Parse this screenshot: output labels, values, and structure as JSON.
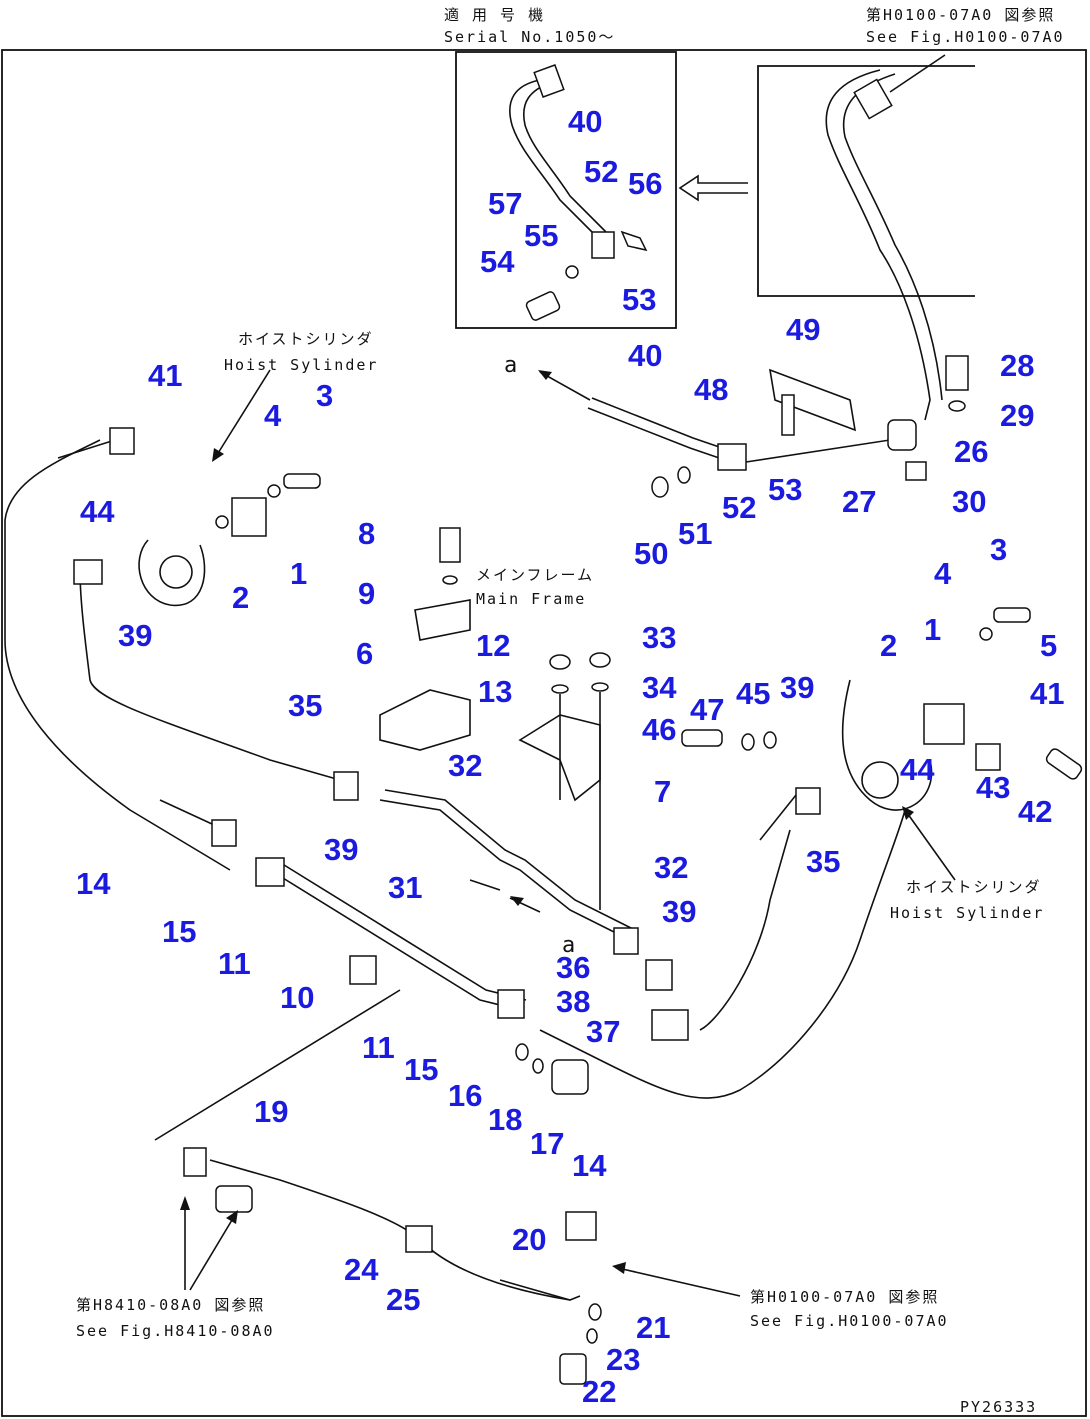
{
  "drawing": {
    "notes": {
      "serial_jp": "適 用 号 機",
      "serial_en": "Serial No.1050～",
      "see_fig_top_jp": "第H0100-07A0 図参照",
      "see_fig_top_en": "See Fig.H0100-07A0",
      "hoist_left_jp": "ホイストシリンダ",
      "hoist_left_en": "Hoist Sylinder",
      "main_frame_jp": "メインフレーム",
      "main_frame_en": "Main Frame",
      "hoist_right_jp": "ホイストシリンダ",
      "hoist_right_en": "Hoist Sylinder",
      "see_fig_h8410_jp": "第H8410-08A0 図参照",
      "see_fig_h8410_en": "See Fig.H8410-08A0",
      "see_fig_bottom_jp": "第H0100-07A0 図参照",
      "see_fig_bottom_en": "See Fig.H0100-07A0",
      "drawing_code": "PY26333",
      "ref_a_top": "a",
      "ref_a_mid": "a"
    },
    "callouts": [
      "40",
      "52",
      "56",
      "57",
      "55",
      "54",
      "53",
      "49",
      "40",
      "48",
      "28",
      "29",
      "26",
      "53",
      "27",
      "30",
      "52",
      "50",
      "51",
      "41",
      "3",
      "4",
      "44",
      "1",
      "2",
      "39",
      "8",
      "9",
      "6",
      "12",
      "33",
      "13",
      "34",
      "3",
      "4",
      "1",
      "5",
      "2",
      "41",
      "45",
      "39",
      "47",
      "46",
      "44",
      "43",
      "42",
      "35",
      "35",
      "32",
      "7",
      "39",
      "31",
      "32",
      "14",
      "15",
      "11",
      "39",
      "36",
      "10",
      "38",
      "37",
      "11",
      "15",
      "16",
      "18",
      "17",
      "14",
      "19",
      "20",
      "24",
      "25",
      "21",
      "23",
      "22"
    ]
  }
}
